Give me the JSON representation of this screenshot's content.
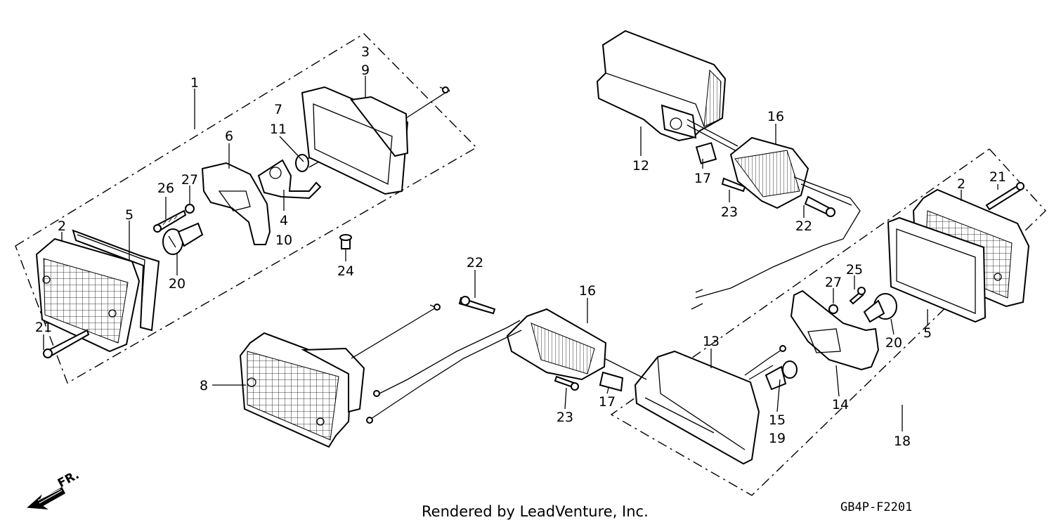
{
  "diagram": {
    "callouts": [
      "1",
      "3",
      "9",
      "7",
      "11",
      "6",
      "26",
      "27",
      "4",
      "10",
      "2",
      "5",
      "20",
      "21",
      "24",
      "12",
      "16",
      "17",
      "23",
      "22",
      "2",
      "21",
      "27",
      "25",
      "20",
      "5",
      "13",
      "15",
      "19",
      "14",
      "18",
      "22",
      "16",
      "8",
      "23",
      "17"
    ],
    "direction_label": "FR.",
    "credit": "Rendered by LeadVenture, Inc.",
    "diagram_code": "GB4P-F2201"
  }
}
